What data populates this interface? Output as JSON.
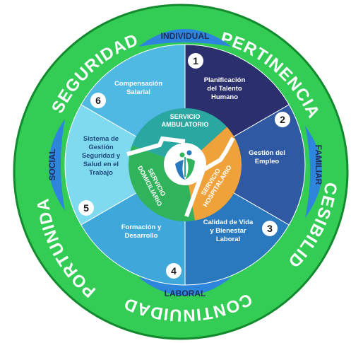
{
  "ring_words": [
    {
      "text": "SEGURIDAD"
    },
    {
      "text": "PERTINENCIA"
    },
    {
      "text": "ACCESIBILIDAD"
    },
    {
      "text": "CONTINUIDAD"
    },
    {
      "text": "OPORTUNIDAD"
    }
  ],
  "tabs": {
    "top": "INDIVIDUAL",
    "right": "FAMILIAR",
    "bottom": "LABORAL",
    "left": "SOCIAL"
  },
  "segments": [
    {
      "number": "1",
      "lines": [
        "Planificación",
        "del Talento",
        "Humano"
      ],
      "color": "#2b2f6e",
      "text_color": "#ffffff"
    },
    {
      "number": "2",
      "lines": [
        "Gestión del",
        "Empleo"
      ],
      "color": "#2f5aa3",
      "text_color": "#ffffff"
    },
    {
      "number": "3",
      "lines": [
        "Calidad de Vida",
        "y Bienestar",
        "Laboral"
      ],
      "color": "#2a79be",
      "text_color": "#ffffff"
    },
    {
      "number": "4",
      "lines": [
        "Formación y",
        "Desarrollo"
      ],
      "color": "#3fa8db",
      "text_color": "#ffffff"
    },
    {
      "number": "5",
      "lines": [
        "Sistema de",
        "Gestión",
        "Seguridad y",
        "Salud en el",
        "Trabajo"
      ],
      "color": "#7fd9ef",
      "text_color": "#1f4a7a"
    },
    {
      "number": "6",
      "lines": [
        "Compensación",
        "Salarial"
      ],
      "color": "#4fb9e3",
      "text_color": "#ffffff"
    }
  ],
  "services": {
    "ambulatorio": [
      "SERVICIO",
      "AMBULATORIO"
    ],
    "domiciliario": [
      "SERVICIO",
      "DOMICILIARIO"
    ],
    "hospitalario": [
      "SERVICIO",
      "HOSPITALARIO"
    ]
  },
  "colors": {
    "outer_ring": "#33cc55",
    "ring_border": "#138a2e",
    "tab": "#2d86dc",
    "ambulatorio": "#2aa7a1",
    "domiciliario": "#30b35a",
    "hospitalario": "#f0a23a"
  },
  "icons": {
    "center": "health-logo-icon"
  }
}
